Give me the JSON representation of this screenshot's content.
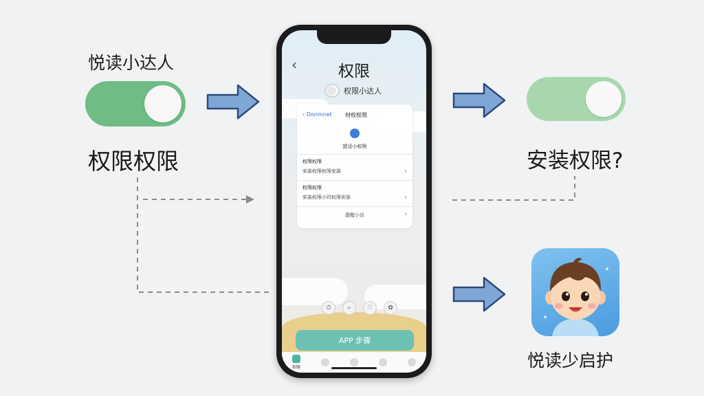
{
  "left": {
    "label": "悦读小达人",
    "caption": "权限权限"
  },
  "right": {
    "caption": "安装权限?",
    "app_caption": "悦读少启护"
  },
  "phone": {
    "back": "‹",
    "title": "权限",
    "mini_toggle_label": "权限小达人",
    "card": {
      "back_label": "‹ Donmnet",
      "title": "材权权限",
      "subtitle": "提设小权限",
      "section1": "权限权限",
      "row1": "安装权限权限安装",
      "section2": "权限权限",
      "row2": "安装权限小时权限安装",
      "footer": "提醒小访",
      "chevron": "›"
    },
    "icons": [
      "⏱",
      "⌕",
      "♡",
      "✿"
    ],
    "app_button": "APP 步骤",
    "tabs": [
      {
        "label": "权限",
        "icon": "home-icon"
      },
      {
        "label": "",
        "icon": "dot-icon"
      },
      {
        "label": "",
        "icon": "search-icon"
      },
      {
        "label": "",
        "icon": "dot-icon"
      },
      {
        "label": "",
        "icon": "user-icon"
      }
    ]
  },
  "colors": {
    "toggle_on": "#6fbc84",
    "toggle_light": "#a8d7ae",
    "arrow_fill": "#7ea7d6",
    "arrow_stroke": "#2d4a7c",
    "app_button": "#6cc1b3"
  }
}
